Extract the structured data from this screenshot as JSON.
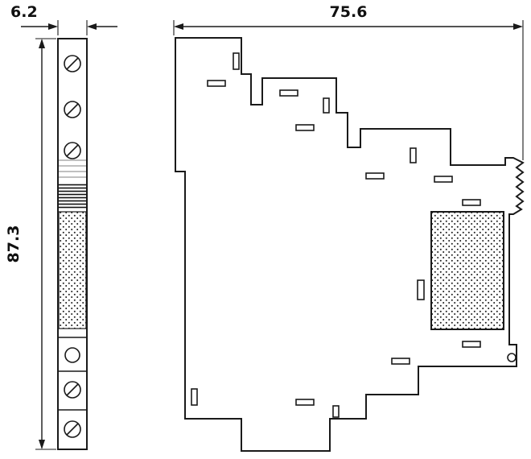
{
  "drawing": {
    "front_view": {
      "width_label": "6.2",
      "height_label": "87.3"
    },
    "side_view": {
      "width_label": "75.6"
    }
  }
}
